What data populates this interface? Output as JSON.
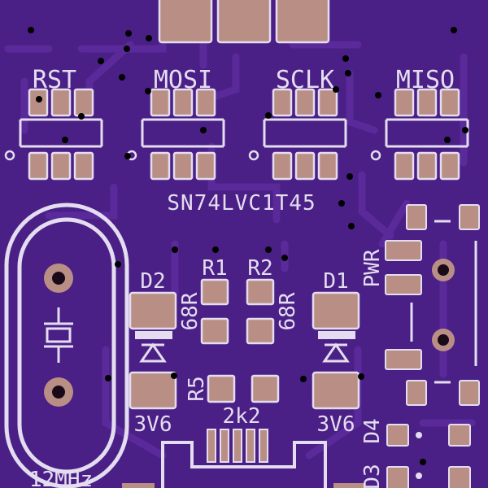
{
  "board": {
    "colors": {
      "soldermask": "#4a1f86",
      "trace": "#5a2a9a",
      "pad": "#b98f85",
      "silkscreen": "#e4ddf0",
      "hole": "#1a0a18",
      "via": "#000000"
    },
    "components": {
      "level_shifters": [
        {
          "net": "RST"
        },
        {
          "net": "MOSI"
        },
        {
          "net": "SCLK"
        },
        {
          "net": "MISO"
        }
      ],
      "level_shifter_part": "SN74LVC1T45",
      "crystal": {
        "value": "12MHz",
        "icon": "crystal-symbol-icon"
      },
      "diodes": [
        {
          "ref": "D2",
          "value": "3V6",
          "icon": "zener-diode-icon"
        },
        {
          "ref": "D1",
          "value": "3V6",
          "icon": "zener-diode-icon"
        }
      ],
      "resistors": [
        {
          "ref": "R1",
          "value": "68R"
        },
        {
          "ref": "R2",
          "value": "68R"
        },
        {
          "ref": "R5",
          "value": "2k2"
        }
      ],
      "pwr_label": "PWR",
      "small_refs": [
        "D4",
        "D3"
      ]
    }
  }
}
